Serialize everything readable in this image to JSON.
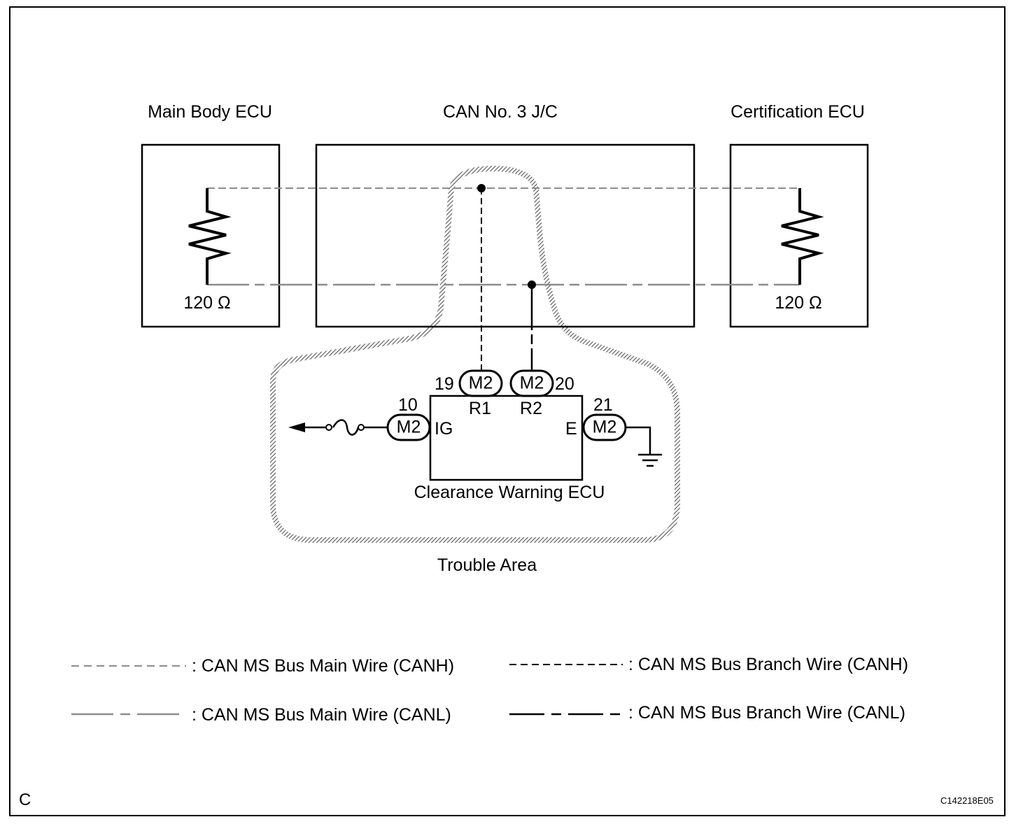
{
  "components": {
    "main_body_ecu": {
      "title": "Main Body ECU",
      "resistance": "120 Ω"
    },
    "can_jc": {
      "title": "CAN No. 3 J/C"
    },
    "certification_ecu": {
      "title": "Certification ECU",
      "resistance": "120 Ω"
    },
    "clearance_warning_ecu": {
      "title": "Clearance Warning ECU",
      "connector": "M2",
      "pins": [
        {
          "number": "19",
          "terminal": "R1"
        },
        {
          "number": "20",
          "terminal": "R2"
        },
        {
          "number": "10",
          "terminal": "IG"
        },
        {
          "number": "21",
          "terminal": "E"
        }
      ]
    }
  },
  "trouble_area_label": "Trouble Area",
  "legend": [
    {
      "style": "main-canh",
      "text": ": CAN MS Bus Main Wire (CANH)"
    },
    {
      "style": "branch-canh",
      "text": ": CAN MS Bus Branch Wire (CANH)"
    },
    {
      "style": "main-canl",
      "text": ": CAN MS Bus Main Wire (CANL)"
    },
    {
      "style": "branch-canl",
      "text": ": CAN MS Bus Branch Wire (CANL)"
    }
  ],
  "corner_letter": "C",
  "figure_code": "C142218E05",
  "colors": {
    "line": "#000000",
    "main_wire": "#8c8c8c",
    "hatch": "#6e6e6e",
    "background": "#ffffff"
  },
  "icons": [
    "resistor-icon",
    "fuse-icon",
    "ground-icon",
    "arrow-left-icon"
  ]
}
